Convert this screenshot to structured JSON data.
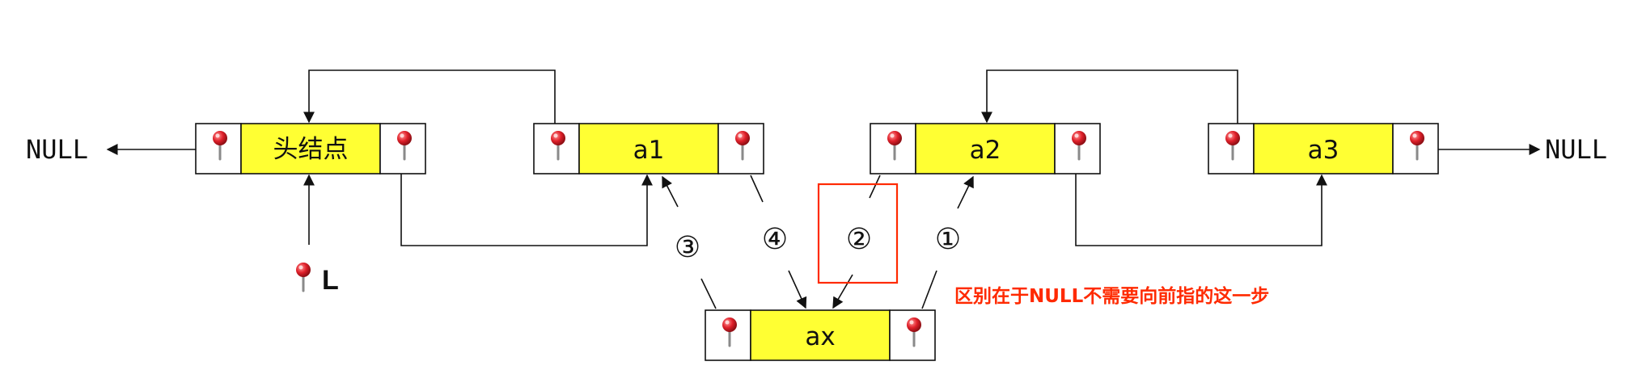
{
  "nodes": {
    "head": "头结点",
    "a1": "a1",
    "a2": "a2",
    "a3": "a3",
    "ax": "ax"
  },
  "null_left": "NULL",
  "null_right": "NULL",
  "pointer_label": "L",
  "steps": {
    "s1": "①",
    "s2": "②",
    "s3": "③",
    "s4": "④"
  },
  "note": "区别在于NULL不需要向前指的这一步",
  "colors": {
    "node_fill": "#ffff33",
    "pointer_cell_fill": "#ffffff",
    "note_color": "#ff2a00",
    "highlight_box": "#ff2a00",
    "pin_head": "#e0202a"
  },
  "icons": {
    "pointer": "pushpin-icon"
  }
}
